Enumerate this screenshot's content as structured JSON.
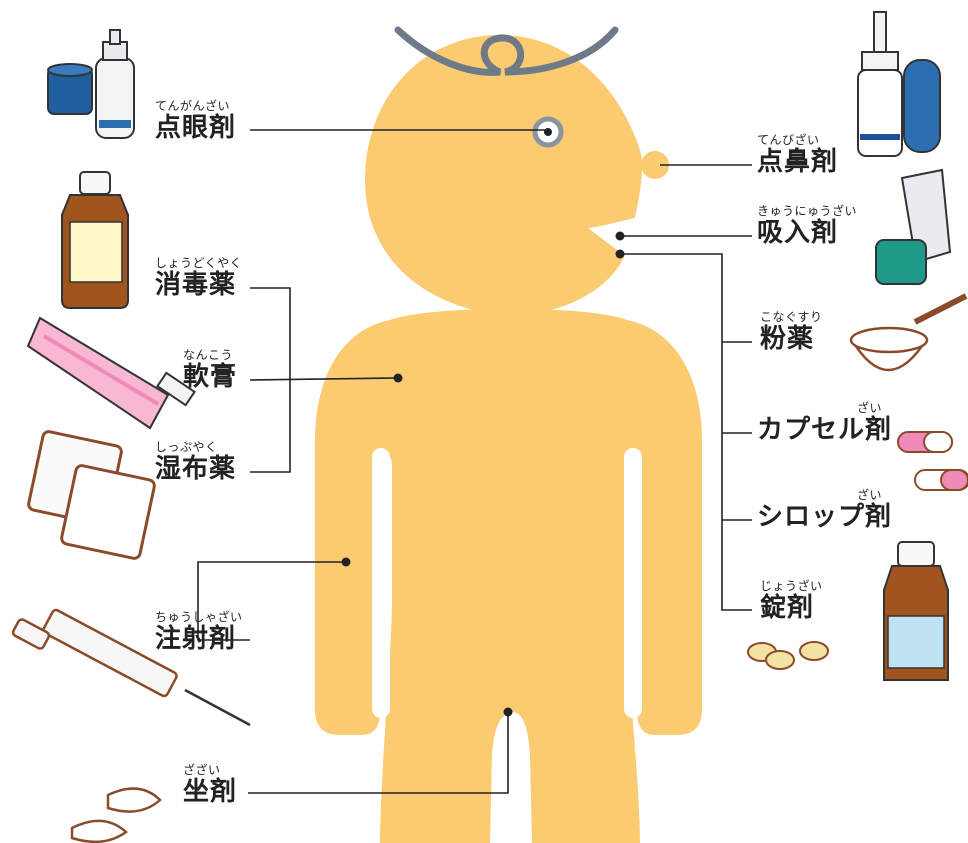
{
  "labels": {
    "tengan": {
      "ruby": "てんがんざい",
      "text": "点眼剤"
    },
    "shodoku": {
      "ruby": "しょうどくやく",
      "text": "消毒薬"
    },
    "nanko": {
      "ruby": "なんこう",
      "text": "軟膏"
    },
    "shippu": {
      "ruby": "しっぷやく",
      "text": "湿布薬"
    },
    "chusha": {
      "ruby": "ちゅうしゃざい",
      "text": "注射剤"
    },
    "zazai": {
      "ruby": "ざざい",
      "text": "坐剤"
    },
    "tenbi": {
      "ruby": "てんびざい",
      "text": "点鼻剤"
    },
    "kyunyu": {
      "ruby": "きゅうにゅうざい",
      "text": "吸入剤"
    },
    "konagusuri": {
      "ruby": "こなぐすり",
      "text": "粉薬"
    },
    "capsule": {
      "ruby": "ざい",
      "text": "カプセル剤"
    },
    "syrup": {
      "ruby": "ざい",
      "text": "シロップ剤"
    },
    "jozai": {
      "ruby": "じょうざい",
      "text": "錠剤"
    }
  },
  "colors": {
    "body": "#FBCB72",
    "hair": "#6E7A88",
    "line": "#222222",
    "bottle_brown": "#A0551E",
    "pink": "#F08AB8",
    "teal": "#1F9A8A",
    "blue": "#2B6FB0"
  },
  "icons": [
    "eye-drop-bottle-icon",
    "disinfectant-bottle-icon",
    "ointment-tube-icon",
    "compress-patch-icon",
    "syringe-icon",
    "suppository-icon",
    "nasal-spray-icon",
    "inhaler-icon",
    "powder-bowl-icon",
    "capsule-icon",
    "syrup-bottle-icon",
    "tablet-icon"
  ]
}
